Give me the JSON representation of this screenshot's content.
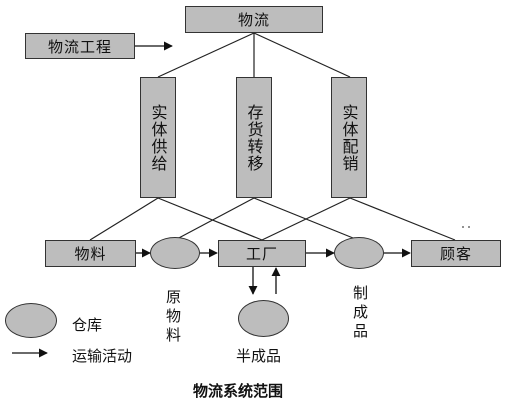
{
  "diagram": {
    "top_box": "物流",
    "engineering_label": "物流工程",
    "columns": [
      "实体供给",
      "存货转移",
      "实体配销"
    ],
    "row": {
      "materials": "物料",
      "factory": "工厂",
      "customer": "顾客"
    },
    "raw_materials": "原物料",
    "finished_goods": "制成品",
    "semi_finished": "半成品",
    "caption": "物流系统范围"
  },
  "legend": {
    "warehouse": "仓库",
    "transport": "运输活动"
  }
}
